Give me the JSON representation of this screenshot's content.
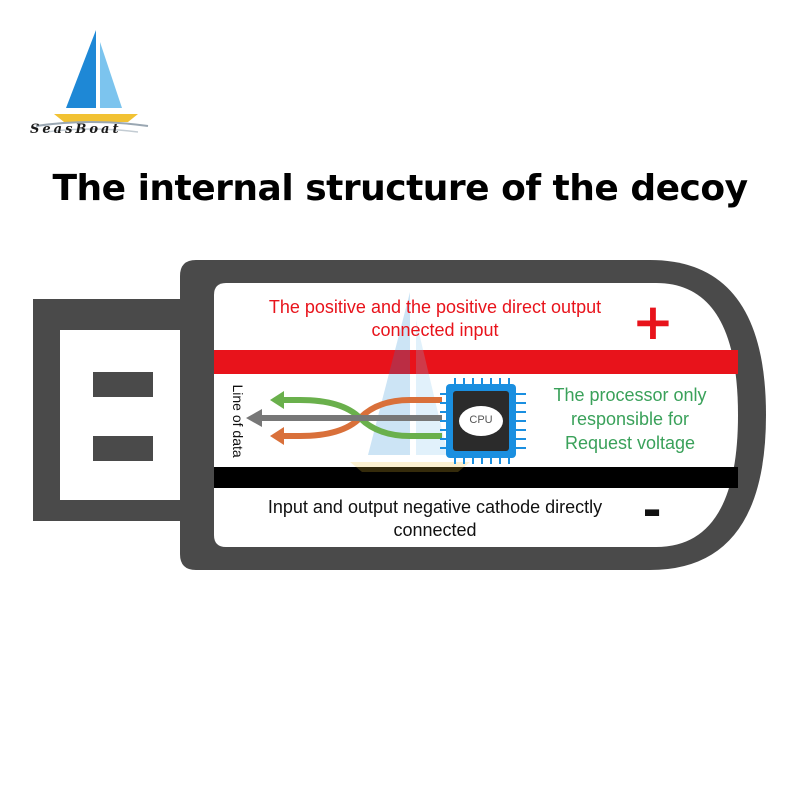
{
  "brand": {
    "name": "SeasBoat",
    "colors": {
      "sail_left": "#1e88d6",
      "sail_right": "#7cc4ee",
      "hull": "#f2c233"
    }
  },
  "title": "The internal structure of the decoy",
  "diagram": {
    "positive_text": "The positive and the positive direct output connected input",
    "positive_sign": "+",
    "processor_text": "The processor only responsible for Request voltage",
    "negative_text": "Input and output negative cathode directly connected",
    "negative_sign": "-",
    "data_line_text": "Line of data",
    "cpu_text": "CPU",
    "icons": [
      "usb-plug-icon",
      "cpu-chip-icon",
      "arrow-left-icon"
    ],
    "colors": {
      "body": "#4a4a4a",
      "positive_rail": "#e8131b",
      "negative_rail": "#000000",
      "arrow_green": "#6ab04c",
      "arrow_gray": "#777777",
      "arrow_orange": "#d9703a",
      "cpu_border": "#1a8fe0",
      "processor_text": "#3aa15a"
    }
  }
}
